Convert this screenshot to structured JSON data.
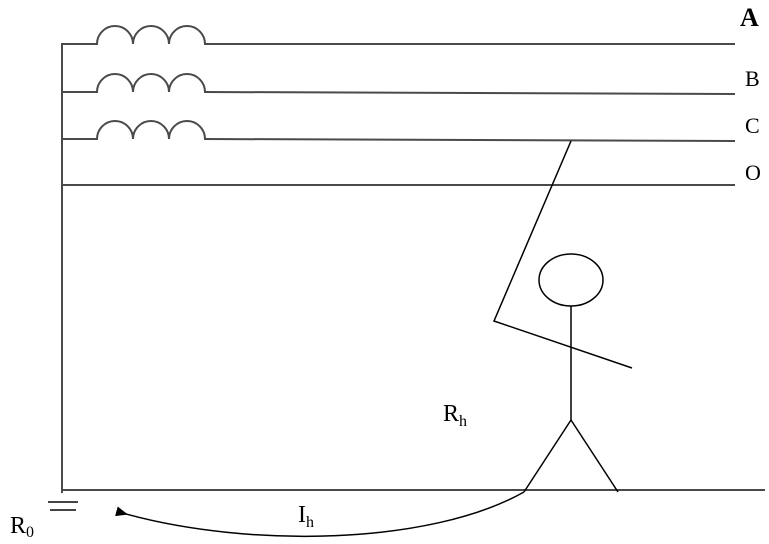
{
  "phases": [
    "A",
    "B",
    "C",
    "O"
  ],
  "labels": {
    "body_resistance": {
      "main": "R",
      "sub": "h"
    },
    "current": {
      "main": "I",
      "sub": "h"
    },
    "ground_resistance": {
      "main": "R",
      "sub": "0"
    }
  },
  "colors": {
    "wire": "#4a4a4a",
    "figure": "#000000",
    "background": "#ffffff"
  }
}
